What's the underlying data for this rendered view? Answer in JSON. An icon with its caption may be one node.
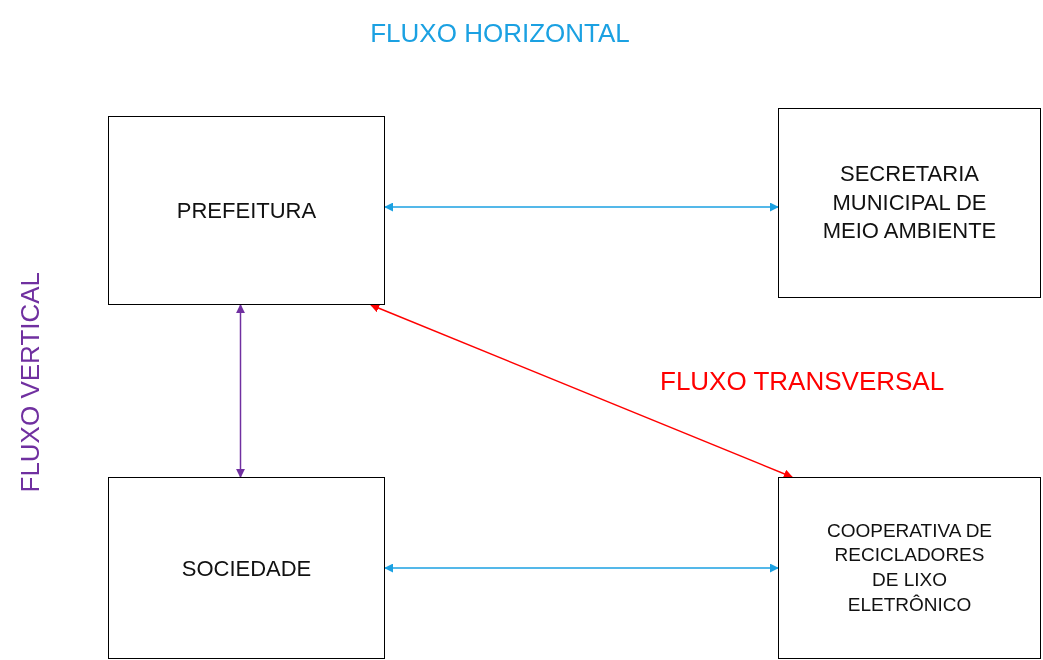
{
  "diagram": {
    "title": "FLUXO HORIZONTAL",
    "nodes": [
      {
        "text": [
          "PREFEITURA"
        ]
      },
      {
        "text": [
          "SECRETARIA MUNICIPAL DE MEIO AMBIENTE"
        ]
      },
      {
        "text": [
          "SOCIEDADE"
        ]
      },
      {
        "text": [
          "COOPERATIVA DE RECICLADORES DE LIXO ELETRÔNICO"
        ]
      }
    ],
    "edges": [
      {
        "from": 0,
        "to": 1,
        "arrow": "both"
      },
      {
        "from": 0,
        "to": 2,
        "arrow": "both",
        "color": "#7030a0"
      },
      {
        "from": 0,
        "to": 3,
        "arrow": "both",
        "color": "#ff0000"
      },
      {
        "from": 2,
        "to": 3,
        "arrow": "both"
      }
    ],
    "labels": [
      "FLUXO VERTICAL",
      "FLUXO TRANSVERSAL"
    ]
  }
}
